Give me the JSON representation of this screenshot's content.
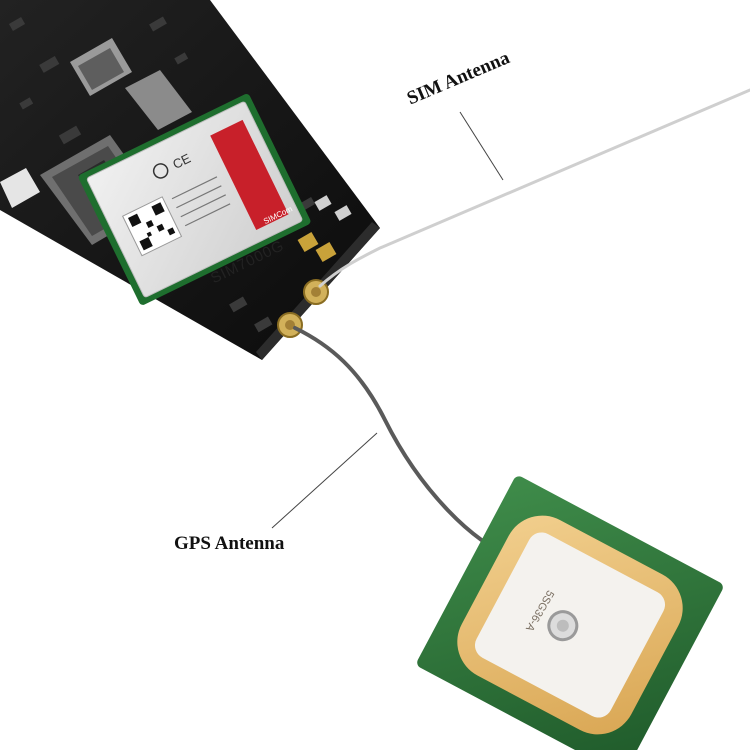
{
  "labels": {
    "sim_antenna": "SIM Antenna",
    "gps_antenna": "GPS Antenna"
  },
  "module": {
    "brand": "SIMCom",
    "model": "SIM7000G"
  },
  "gps_patch": {
    "marking": "5SG36-A"
  },
  "colors": {
    "pcb": "#151515",
    "module_shield": "#e3e3e3",
    "module_label_red": "#c8202a",
    "gps_board": "#2f7a3c",
    "gps_ceramic": "#e9c27b",
    "cable": "#5a5a5a",
    "sim_wire": "#cfcfcf"
  }
}
